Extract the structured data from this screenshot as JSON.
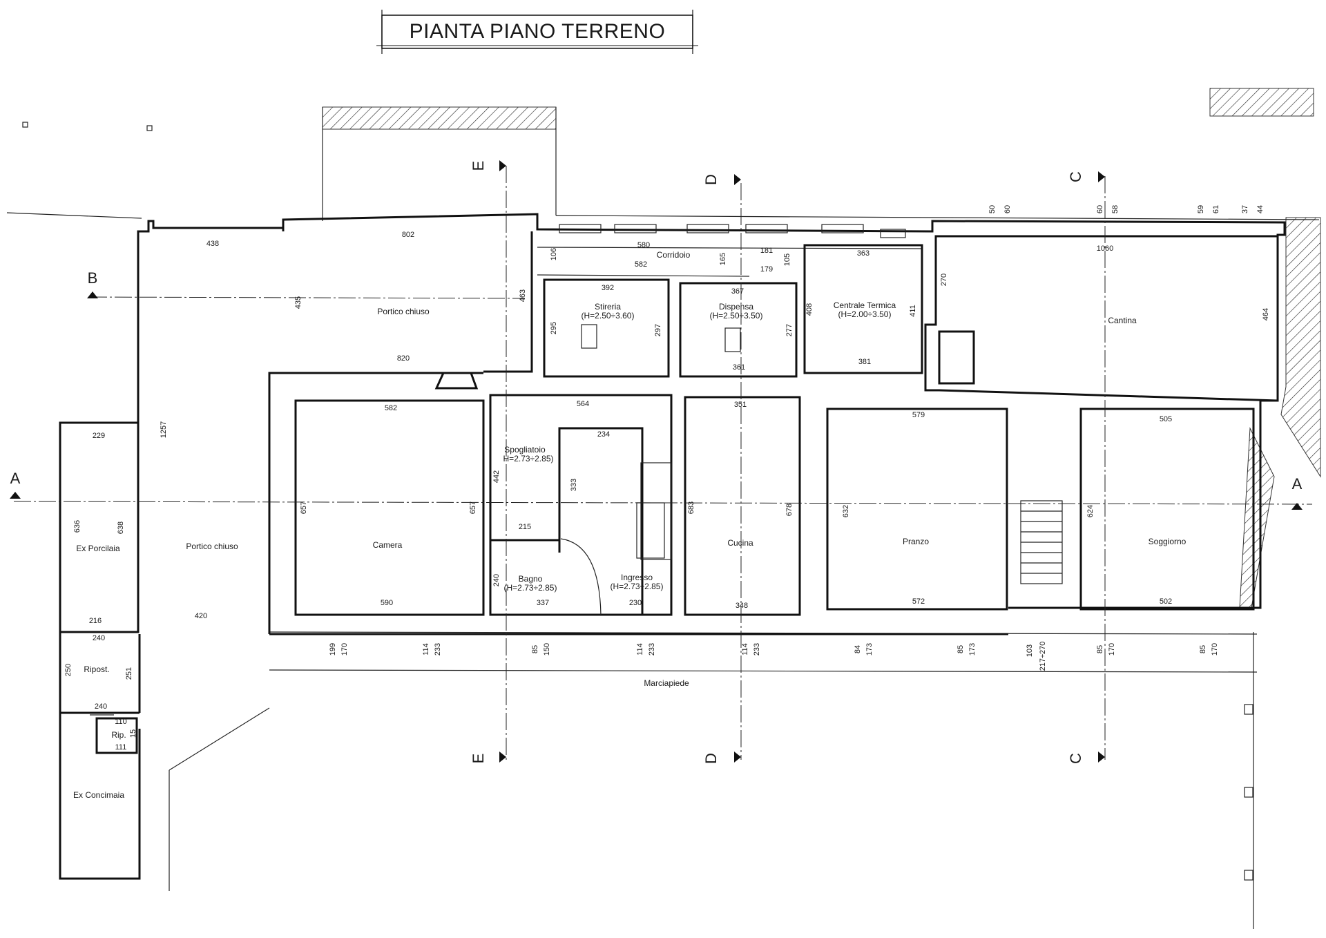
{
  "title": "PIANTA PIANO TERRENO",
  "rooms": {
    "portico_chiuso_top": "Portico chiuso",
    "portico_chiuso_left": "Portico chiuso",
    "corridoio": "Corridoio",
    "stireria": "Stireria",
    "stireria_h": "(H=2.50÷3.60)",
    "dispensa": "Dispensa",
    "dispensa_h": "(H=2.50÷3.50)",
    "centrale_termica": "Centrale Termica",
    "centrale_termica_h": "(H=2.00÷3.50)",
    "cantina": "Cantina",
    "camera": "Camera",
    "spogliatoio": "Spogliatoio",
    "spogliatoio_h": "H=2.73÷2.85)",
    "bagno": "Bagno",
    "bagno_h": "(H=2.73÷2.85)",
    "ingresso": "Ingresso",
    "ingresso_h": "(H=2.73÷2.85)",
    "cucina": "Cucina",
    "pranzo": "Pranzo",
    "soggiorno": "Soggiorno",
    "ex_porcilaia": "Ex Porcilaia",
    "ripost": "Ripost.",
    "rip": "Rip.",
    "ex_concimaia": "Ex Concimaia",
    "marciapiede": "Marciapiede"
  },
  "sections": {
    "a": "A",
    "b": "B",
    "c": "C",
    "d": "D",
    "e": "E"
  },
  "dims": {
    "d438": "438",
    "d802": "802",
    "d435": "435",
    "d463": "463",
    "d820": "820",
    "d106": "106",
    "d580": "580",
    "d582a": "582",
    "d165": "165",
    "d181": "181",
    "d179": "179",
    "d105": "105",
    "d363": "363",
    "d392": "392",
    "d367": "367",
    "d295": "295",
    "d297": "297",
    "d277": "277",
    "d408": "408",
    "d411": "411",
    "d381": "381",
    "d361": "361",
    "d50": "50",
    "d60a": "60",
    "d60b": "60",
    "d58": "58",
    "d59": "59",
    "d61": "61",
    "d37": "37",
    "d44": "44",
    "d1060": "1060",
    "d270": "270",
    "d464": "464",
    "d582b": "582",
    "d657a": "657",
    "d657b": "657",
    "d590": "590",
    "d564": "564",
    "d234": "234",
    "d442": "442",
    "d333": "333",
    "d215": "215",
    "d240a": "240",
    "d337": "337",
    "d230": "230",
    "d351": "351",
    "d683": "683",
    "d678": "678",
    "d348": "348",
    "d579": "579",
    "d632": "632",
    "d572": "572",
    "d505": "505",
    "d624": "624",
    "d502": "502",
    "d229": "229",
    "d1257": "1257",
    "d636": "636",
    "d638": "638",
    "d216": "216",
    "d420": "420",
    "d240b": "240",
    "d250": "250",
    "d251": "251",
    "d240c": "240",
    "d110": "110",
    "d111": "111",
    "d15": "15",
    "w199": "199",
    "w170a": "170",
    "w114a": "114",
    "w233a": "233",
    "w85a": "85",
    "w150": "150",
    "w114b": "114",
    "w233b": "233",
    "w114c": "114",
    "w233c": "233",
    "w84": "84",
    "w173a": "173",
    "w85b": "85",
    "w173b": "173",
    "w103": "103",
    "w217": "217÷270",
    "w85c": "85",
    "w170b": "170",
    "w85d": "85",
    "w170c": "170"
  }
}
